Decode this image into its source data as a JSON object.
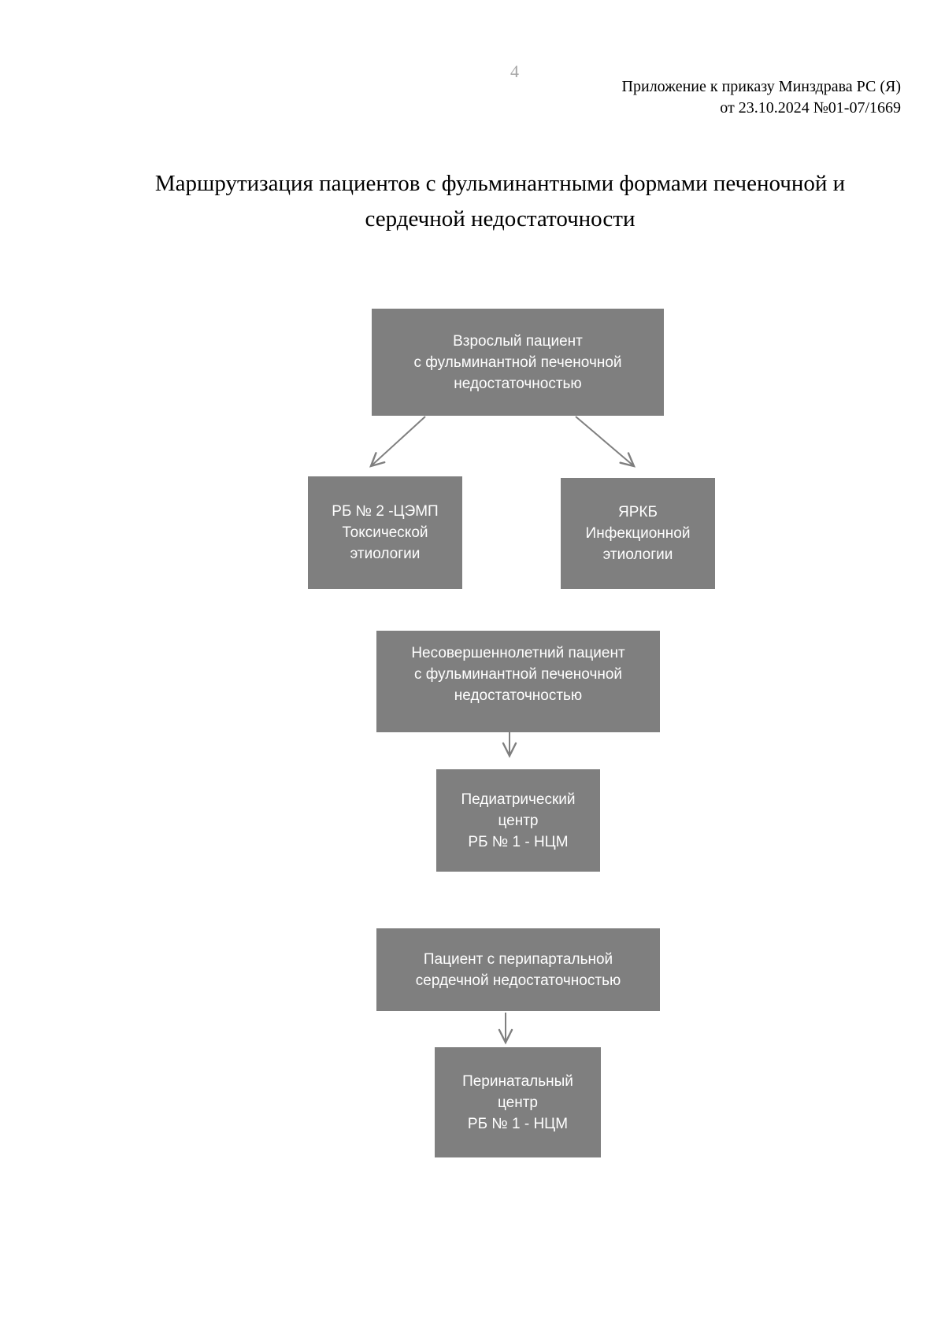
{
  "page": {
    "number": "4",
    "header_line1": "Приложение к приказу Минздрава РС (Я)",
    "header_line2": "от 23.10.2024 №01-07/1669",
    "title_line1": "Маршрутизация пациентов с фульминантными формами печеночной и",
    "title_line2": "сердечной недостаточности"
  },
  "colors": {
    "node_fill": "#7f7f7f",
    "node_text": "#ffffff",
    "arrow": "#7f7f7f",
    "page_number": "#a6a6a6",
    "body_text": "#000000",
    "background": "#ffffff"
  },
  "flowchart": {
    "nodes": [
      {
        "id": "adult",
        "lines": [
          "Взрослый пациент",
          "с фульминантной печеночной",
          "недостаточностью"
        ]
      },
      {
        "id": "rb2",
        "lines": [
          "РБ № 2 -ЦЭМП",
          "Токсической",
          "этиологии"
        ]
      },
      {
        "id": "yarkb",
        "lines": [
          "ЯРКБ",
          "Инфекционной",
          "этиологии"
        ]
      },
      {
        "id": "minor",
        "lines": [
          "Несовершеннолетний пациент",
          "с фульминантной печеночной",
          "недостаточностью"
        ]
      },
      {
        "id": "pediatric",
        "lines": [
          "Педиатрический",
          "центр",
          "РБ № 1 - НЦМ"
        ]
      },
      {
        "id": "peripartum",
        "lines": [
          "Пациент с перипартальной",
          "сердечной недостаточностью"
        ]
      },
      {
        "id": "perinatal",
        "lines": [
          "Перинатальный",
          "центр",
          "РБ № 1 - НЦМ"
        ]
      }
    ],
    "edges": [
      {
        "from": "adult",
        "to": "rb2"
      },
      {
        "from": "adult",
        "to": "yarkb"
      },
      {
        "from": "minor",
        "to": "pediatric"
      },
      {
        "from": "peripartum",
        "to": "perinatal"
      }
    ]
  }
}
